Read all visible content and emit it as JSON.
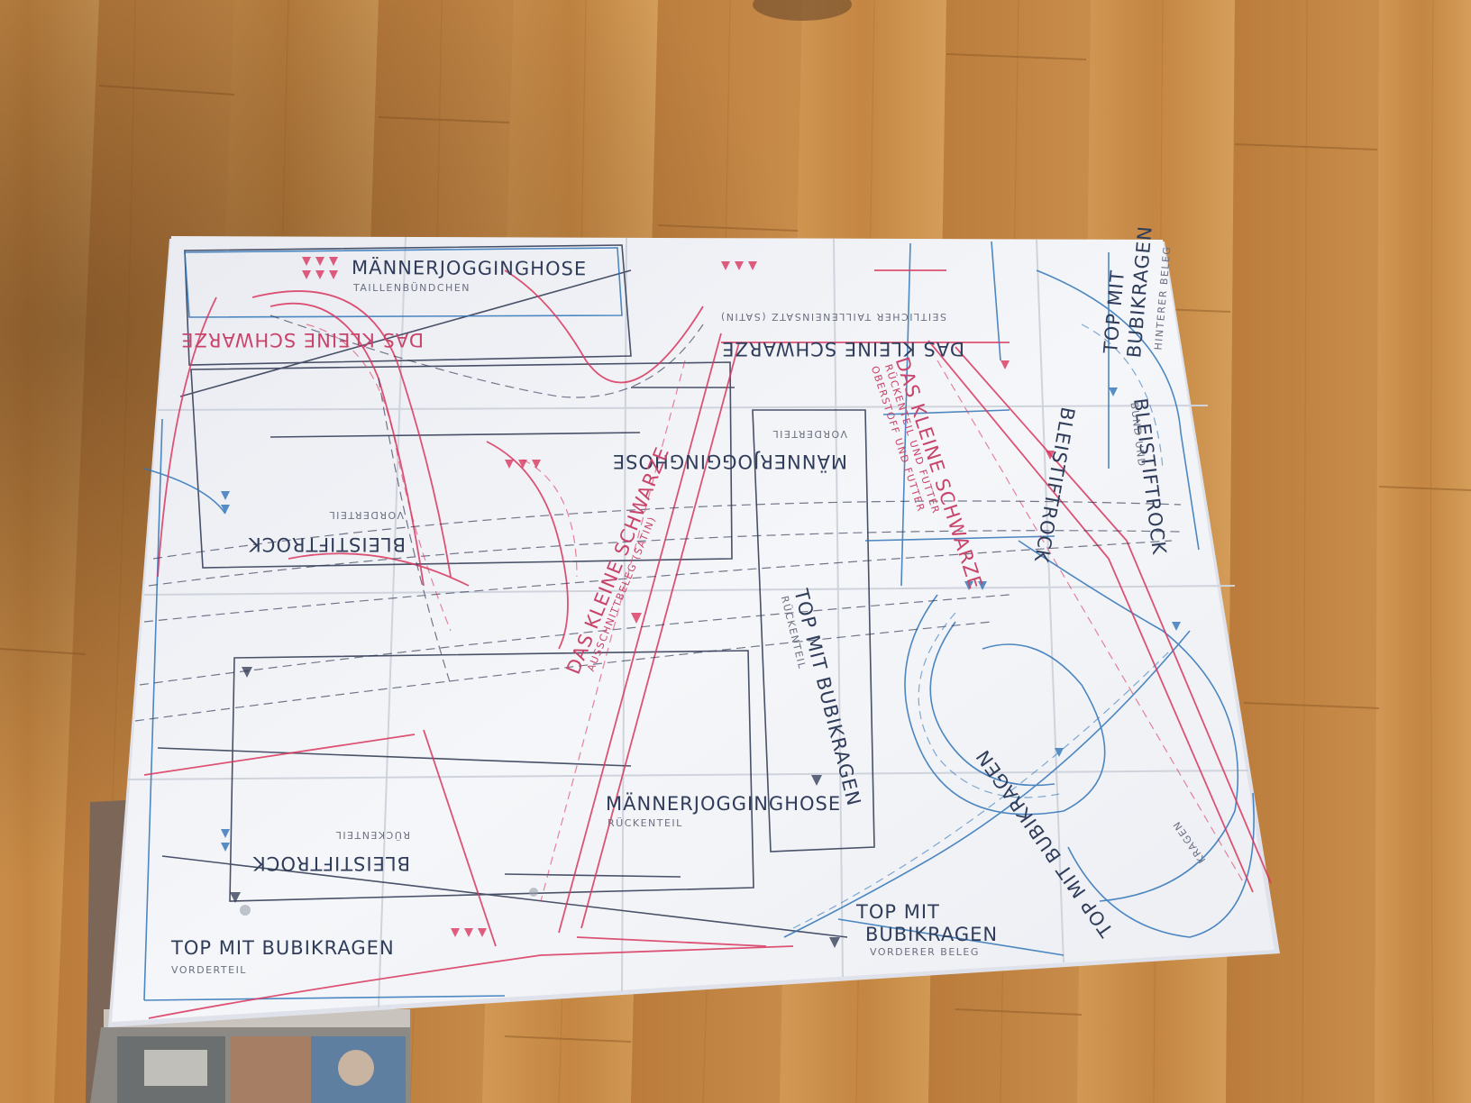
{
  "scene": {
    "floor_color": "#c98b48",
    "sheet_color": "#f3f4f7",
    "ink": {
      "red": "#d9365e",
      "blue": "#2f74b8",
      "navy": "#2c3550"
    }
  },
  "labels": {
    "l1": "MÄNNERJOGGINGHOSE",
    "l2": "TAILLENBÜNDCHEN",
    "l3": "DAS KLEINE SCHWARZE",
    "l4": "SEITLICHER TAILLENEINSATZ (SATIN)",
    "l5": "DAS KLEINE SCHWARZE",
    "l6": "MÄNNERJOGGINGHOSE",
    "l7": "VORDERTEIL",
    "l8": "DAS KLEINE SCHWARZE",
    "l9": "RÜCKENTEIL UND FUTTER",
    "l10": "OBERSTOFF UND FUTTER",
    "l11": "BLEISTIFTROCK",
    "l12": "VORDERTEIL",
    "l13": "DAS KLEINE SCHWARZE",
    "l14": "AUSSCHNITTBELEG (SATIN)",
    "l15": "TOP MIT BUBIKRAGEN",
    "l16": "RÜCKENTEIL",
    "l17": "MÄNNERJOGGINGHOSE",
    "l18": "RÜCKENTEIL",
    "l19": "BLEISTIFTROCK",
    "l20": "RÜCKENTEIL",
    "l21": "TOP MIT BUBIKRAGEN",
    "l22": "VORDERTEIL",
    "l23": "TOP MIT",
    "l24": "BUBIKRAGEN",
    "l25": "VORDERER BELEG",
    "l26": "TOP MIT BUBIKRAGEN",
    "l27": "KRAGEN",
    "l28": "TOP MIT",
    "l29": "BUBIKRAGEN",
    "l30": "HINTERER BELEG",
    "l31": "BLEISTIFTROCK",
    "l32": "BUND UND",
    "l33": "BLEISTIFTROCK"
  }
}
